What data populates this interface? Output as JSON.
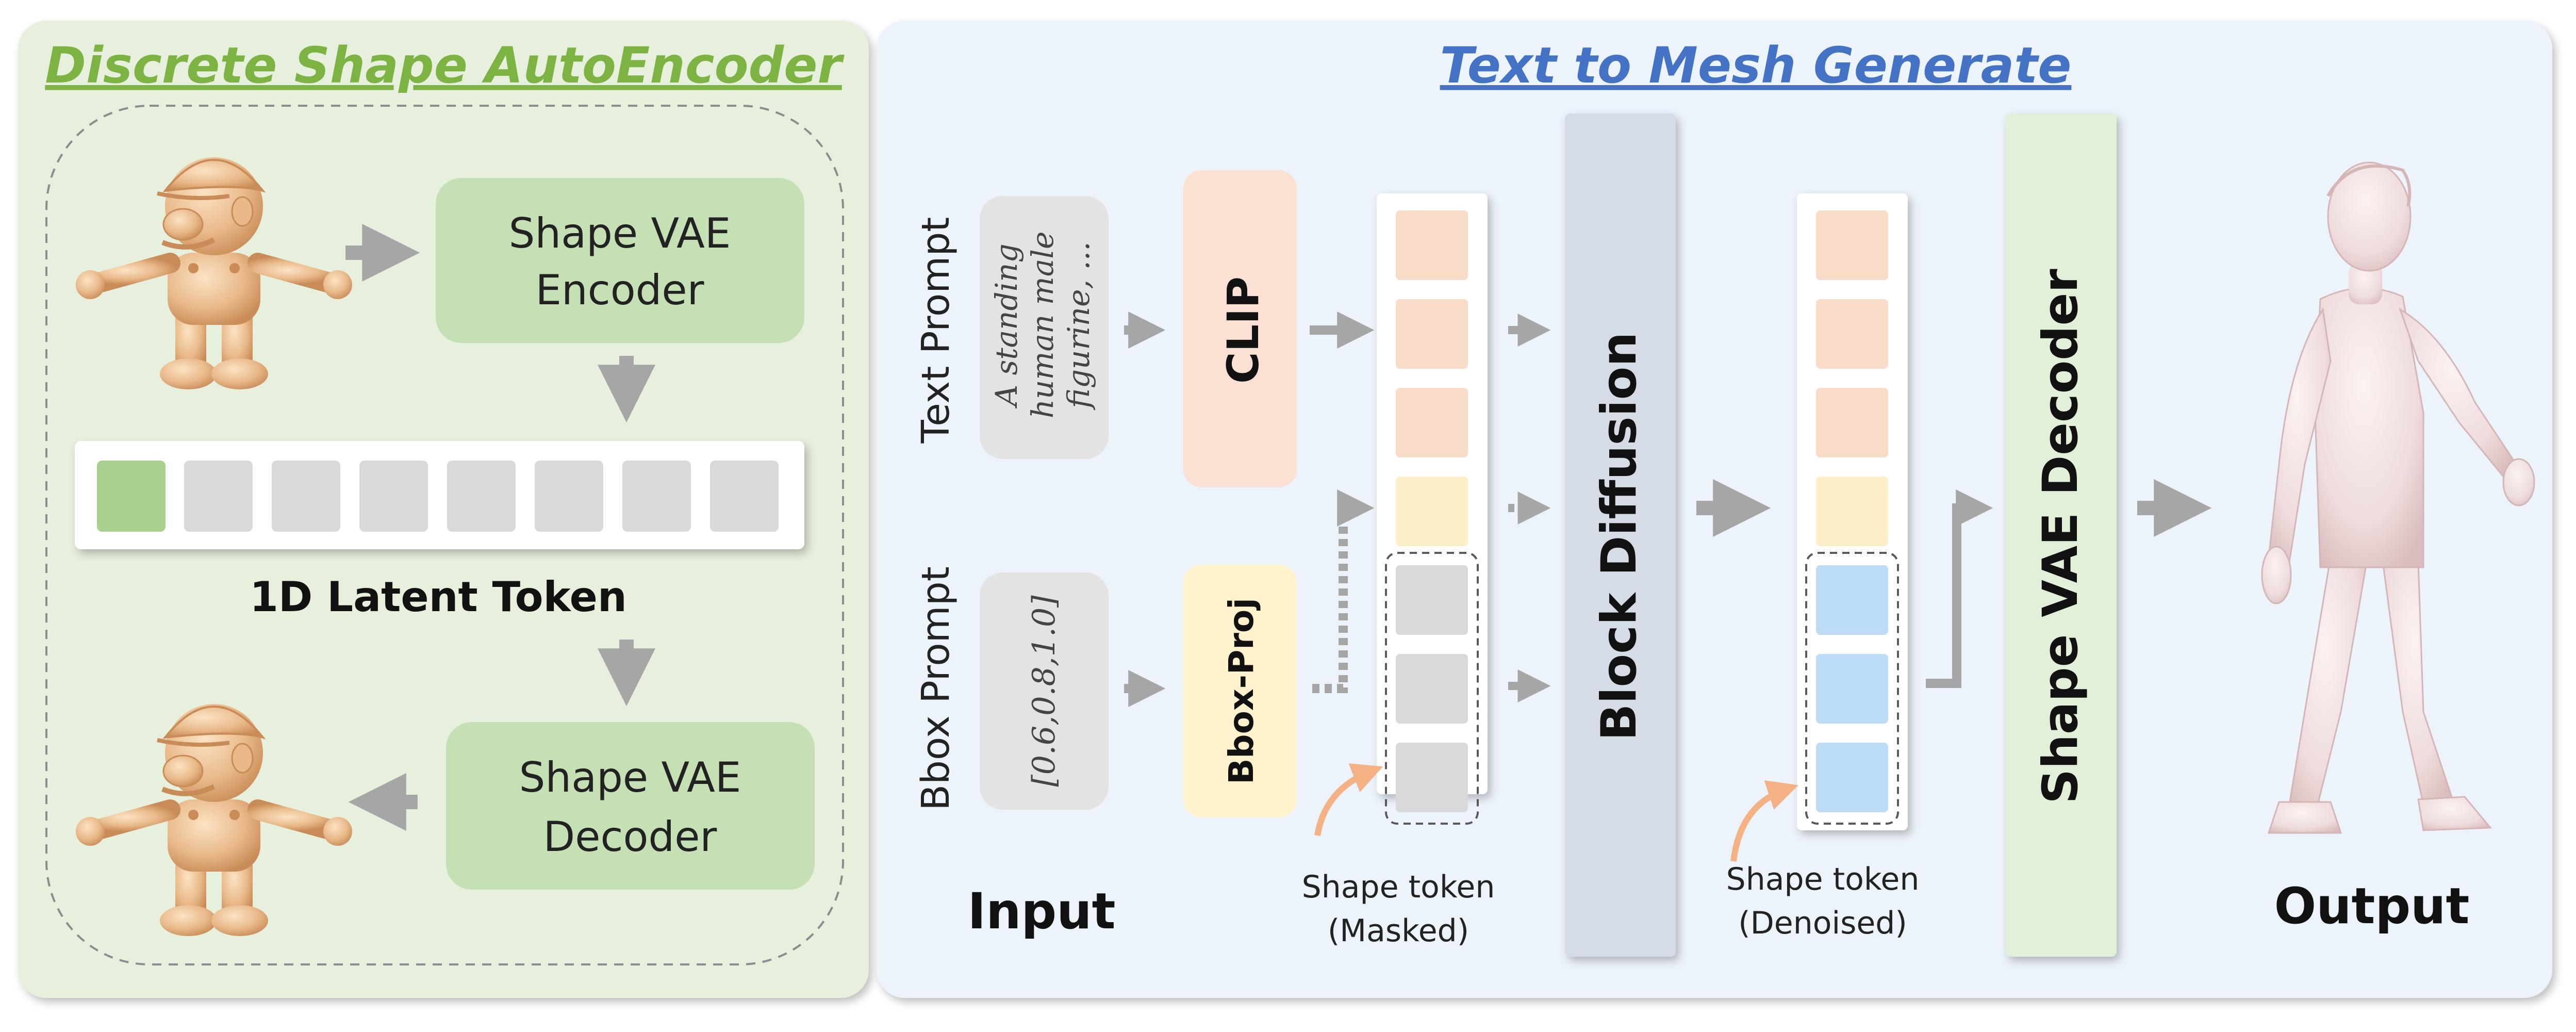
{
  "left_panel": {
    "title": "Discrete Shape AutoEncoder",
    "encoder_line1": "Shape VAE",
    "encoder_line2": "Encoder",
    "latent_label": "1D Latent Token",
    "decoder_line1": "Shape VAE",
    "decoder_line2": "Decoder"
  },
  "right_panel": {
    "title": "Text to Mesh Generate",
    "text_prompt_label": "Text Prompt",
    "bbox_prompt_label": "Bbox Prompt",
    "text_prompt_line1": "A standing",
    "text_prompt_line2": "human male",
    "text_prompt_line3": "figurine, ...",
    "bbox_value": "[0.6,0.8,1.0]",
    "clip_label": "CLIP",
    "bbox_proj_label": "Bbox-Proj",
    "block_diffusion_label": "Block Diffusion",
    "shape_vae_decoder_label": "Shape VAE Decoder",
    "masked_line1": "Shape token",
    "masked_line2": "(Masked)",
    "denoised_line1": "Shape token",
    "denoised_line2": "(Denoised)",
    "input_label": "Input",
    "output_label": "Output"
  },
  "colors": {
    "left_bg": "#e6f0dc",
    "right_bg": "#ecf3fa",
    "left_title": "#7cb342",
    "right_title": "#4472c4",
    "green_box": "#c5e0b4",
    "clip_box": "#fbe0d3",
    "bbox_box": "#fff2cc",
    "diffusion_bar": "#d6dce5",
    "decoder_bar": "#e2efd9",
    "token_peach": "#f9dcc8",
    "token_yellow": "#fdf0c8",
    "token_gray": "#d9d9d9",
    "token_blue": "#bddcf5",
    "arrow_gray": "#a6a6a6",
    "annotation_orange": "#f4b183"
  }
}
